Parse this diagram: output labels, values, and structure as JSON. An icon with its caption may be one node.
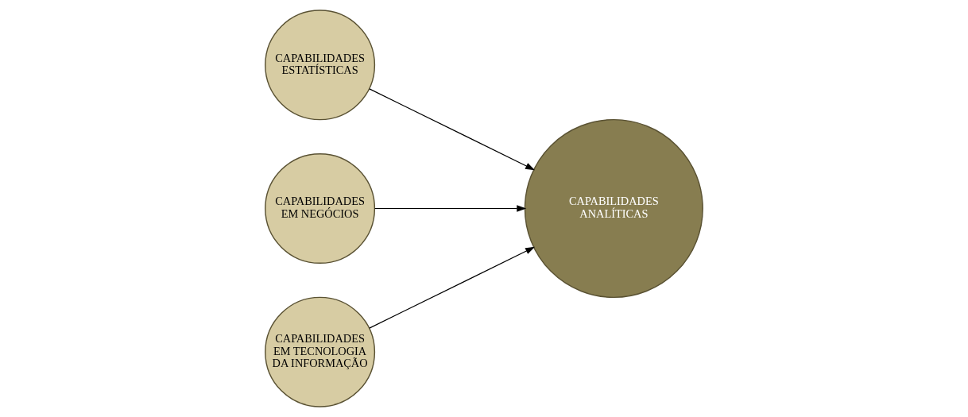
{
  "diagram": {
    "nodes": [
      {
        "text": [
          "CAPABILIDADES ESTATÍSTICAS"
        ]
      },
      {
        "text": [
          "CAPABILIDADES EM NEGÓCIOS"
        ]
      },
      {
        "text": [
          "CAPABILIDADES EM TECNOLOGIA DA INFORMAÇÃO"
        ]
      },
      {
        "text": [
          "CAPABILIDADES ANALÍTICAS"
        ]
      }
    ],
    "edges": [
      {
        "from": 0,
        "to": 3,
        "arrow": "to"
      },
      {
        "from": 1,
        "to": 3,
        "arrow": "to"
      },
      {
        "from": 2,
        "to": 3,
        "arrow": "to"
      }
    ]
  }
}
